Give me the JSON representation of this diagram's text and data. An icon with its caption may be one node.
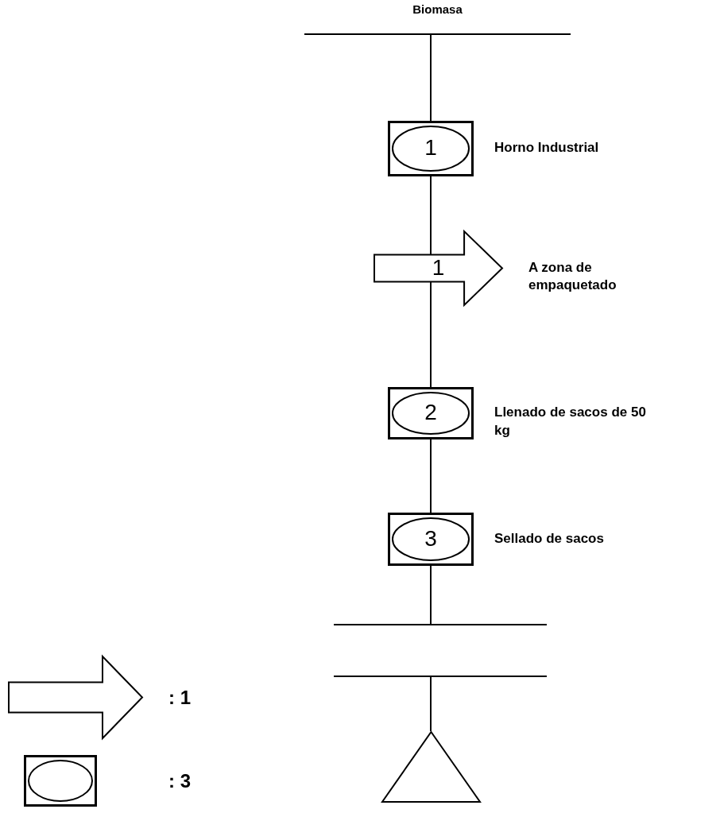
{
  "diagram": {
    "nodes": [
      {
        "text": [
          "Biomasa"
        ]
      },
      {
        "text": [
          "1"
        ],
        "beside": [
          "Horno Industrial"
        ]
      },
      {
        "text": [
          "1"
        ],
        "beside": [
          "A zona de empaquetado"
        ]
      },
      {
        "text": [
          "2"
        ],
        "beside": [
          "Llenado de sacos de 50 kg"
        ]
      },
      {
        "text": [
          "3"
        ],
        "beside": [
          "Sellado de sacos"
        ]
      },
      {
        "text": [],
        "shape": "bar"
      },
      {
        "text": [],
        "shape": "triangle"
      }
    ],
    "edges": [
      {
        "from": 0,
        "to": 1,
        "arrow": "none"
      },
      {
        "from": 1,
        "to": 2,
        "arrow": "none"
      },
      {
        "from": 2,
        "to": 3,
        "arrow": "none"
      },
      {
        "from": 3,
        "to": 4,
        "arrow": "none"
      },
      {
        "from": 4,
        "to": 5,
        "arrow": "none"
      },
      {
        "from": 5,
        "to": 6,
        "arrow": "none"
      }
    ],
    "legend": [
      {
        "text": ": 1"
      },
      {
        "text": ": 3"
      }
    ]
  }
}
